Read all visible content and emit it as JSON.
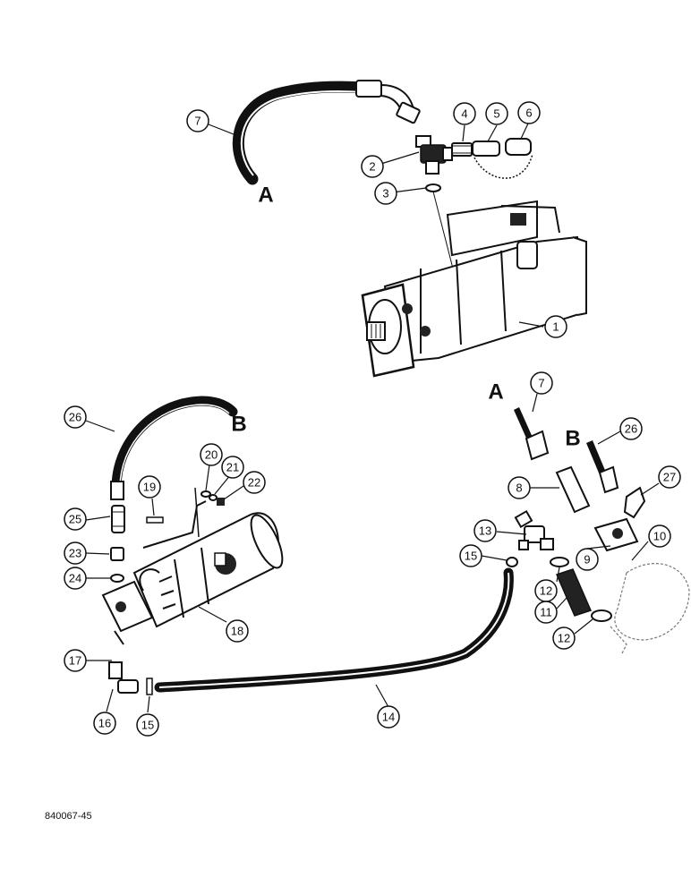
{
  "figure_id": "840067-45",
  "letters": {
    "a": "A",
    "b": "B"
  },
  "callouts": {
    "c1": "1",
    "c2": "2",
    "c3": "3",
    "c4": "4",
    "c5": "5",
    "c6": "6",
    "c7_top": "7",
    "c7_right": "7",
    "c8": "8",
    "c9": "9",
    "c10": "10",
    "c11": "11",
    "c12_upper": "12",
    "c12_lower": "12",
    "c13": "13",
    "c14": "14",
    "c15_right": "15",
    "c15_left": "15",
    "c16": "16",
    "c17": "17",
    "c18": "18",
    "c19": "19",
    "c20": "20",
    "c21": "21",
    "c22": "22",
    "c23": "23",
    "c24": "24",
    "c25": "25",
    "c26_left": "26",
    "c26_right": "26",
    "c27": "27"
  }
}
